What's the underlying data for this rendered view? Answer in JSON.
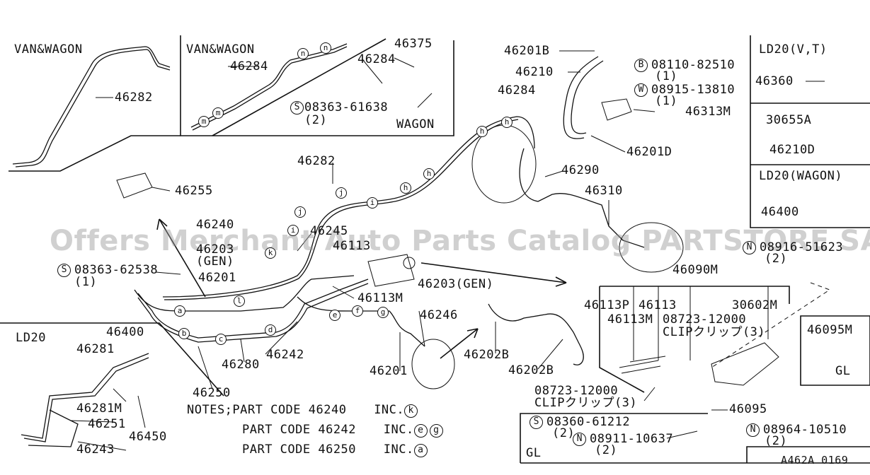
{
  "watermark": "Offers Merchant Auto Parts Catalog PARTSTORE SA",
  "diagram_code": "A462A 0169",
  "box_titles": {
    "van_wagon_1": "VAN&WAGON",
    "van_wagon_2": "VAN&WAGON",
    "wagon": "WAGON",
    "ld20_vt": "LD20(V,T)",
    "ld20_wagon": "LD20(WAGON)",
    "ld20": "LD20",
    "gl_1": "GL",
    "gl_2": "GL"
  },
  "parts": {
    "p46282a": "46282",
    "p46284a": "46284",
    "p46375": "46375",
    "p46284b": "46284",
    "s0836361638": "08363-61638",
    "s0836361638_qty": "(2)",
    "p46201B": "46201B",
    "p46210": "46210",
    "b0811082510": "08110-82510",
    "b0811082510_qty": "(1)",
    "w0891513810": "08915-13810",
    "w0891513810_qty": "(1)",
    "p46284c": "46284",
    "p46313M": "46313M",
    "p46201D": "46201D",
    "p46360": "46360",
    "p30655A": "30655A",
    "p46210D": "46210D",
    "p46400a": "46400",
    "p46255": "46255",
    "p46282b": "46282",
    "p46290": "46290",
    "p46310": "46310",
    "p46240": "46240",
    "p46245": "46245",
    "p46203gen": "46203",
    "gen_a": "(GEN)",
    "p46201a": "46201",
    "s0836362538": "08363-62538",
    "s0836362538_qty": "(1)",
    "p46113": "46113",
    "p46113M": "46113M",
    "p46203gen_b": "46203(GEN)",
    "n0891651623": "08916-51623",
    "n0891651623_qty": "(2)",
    "p46090M": "46090M",
    "p46113P": "46113P",
    "p46113b": "46113",
    "p30602M": "30602M",
    "p46113Mb": "46113M",
    "p08723a": "08723-12000",
    "clip3a": "CLIPクリップ(3)",
    "p46095M": "46095M",
    "p46246": "46246",
    "p46202Ba": "46202B",
    "p46202Bb": "46202B",
    "p46201b": "46201",
    "p46400b": "46400",
    "p46281": "46281",
    "p46280": "46280",
    "p46242": "46242",
    "p46250": "46250",
    "p46281M": "46281M",
    "p46251": "46251",
    "p46450": "46450",
    "p46243": "46243",
    "p08723b": "08723-12000",
    "clip3b": "CLIPクリップ(3)",
    "p46095": "46095",
    "s0836061212": "08360-61212",
    "s0836061212_qty": "(2)",
    "n0896410510": "08964-10510",
    "n0896410510_qty": "(2)",
    "n0891110637": "08911-10637",
    "n0891110637_qty": "(2)"
  },
  "notes": {
    "line1_prefix": "NOTES;PART CODE 46240",
    "line1_inc": "INC.",
    "line1_codes": [
      "k"
    ],
    "line2_prefix": "PART CODE 46242",
    "line2_inc": "INC.",
    "line2_codes": [
      "e",
      "g"
    ],
    "line3_prefix": "PART CODE 46250",
    "line3_inc": "INC.",
    "line3_codes": [
      "a"
    ]
  },
  "fastener_marks": {
    "S": "S",
    "B": "B",
    "W": "W",
    "N": "N"
  },
  "clip_letters": {
    "a": "a",
    "b": "b",
    "c": "c",
    "d": "d",
    "e": "e",
    "f": "f",
    "g": "g",
    "h": "h",
    "i": "i",
    "j": "j",
    "k": "k",
    "l": "l",
    "m": "m",
    "n": "n"
  }
}
